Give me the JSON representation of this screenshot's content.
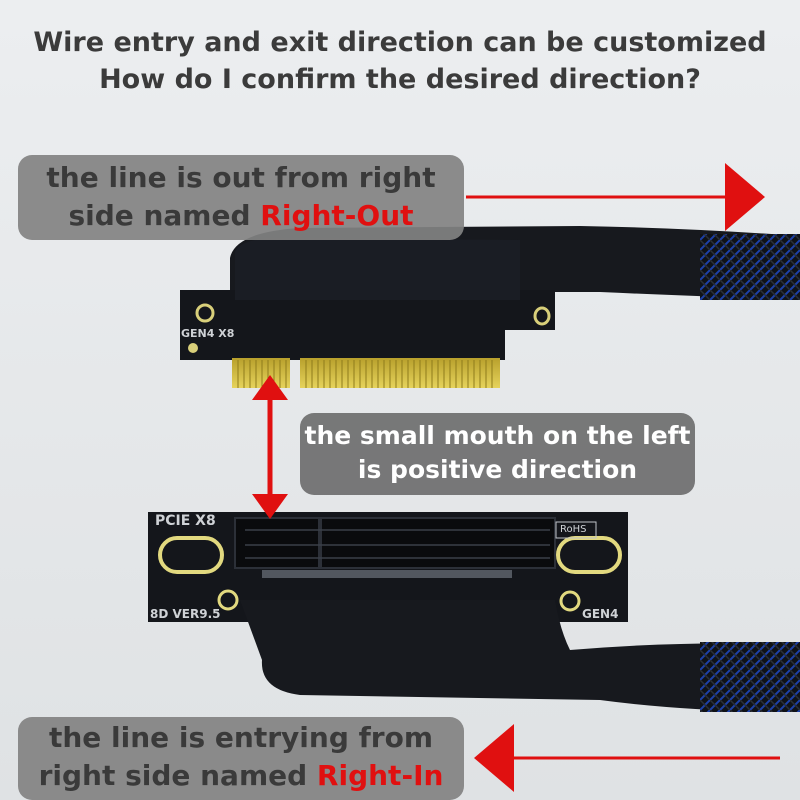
{
  "title": {
    "line1": "Wire entry and exit direction can be customized",
    "line2": "How do I confirm the desired direction?"
  },
  "callouts": {
    "right_out": {
      "line1": "the line is out from right",
      "line2_prefix": "side named ",
      "highlight": "Right-Out"
    },
    "positive": {
      "line1": "the small mouth on the left",
      "line2": "is positive direction"
    },
    "right_in": {
      "line1": "the line is entrying from",
      "line2_prefix": "right side named ",
      "highlight": "Right-In"
    }
  },
  "pcb_labels": {
    "gen4_x8": "GEN4 X8",
    "pcie_x8": "PCIE X8",
    "rohs": "RoHS",
    "version": "8D VER9.5",
    "gen4": "GEN4"
  },
  "colors": {
    "accent_red": "#e01010",
    "callout_bg": "#828282",
    "pcb_black": "#16181d",
    "gold_finger": "#d9c24a",
    "cable_blue": "#1c3fa8"
  },
  "icons": [
    "arrow-right-icon",
    "arrow-left-icon",
    "double-arrow-icon"
  ]
}
